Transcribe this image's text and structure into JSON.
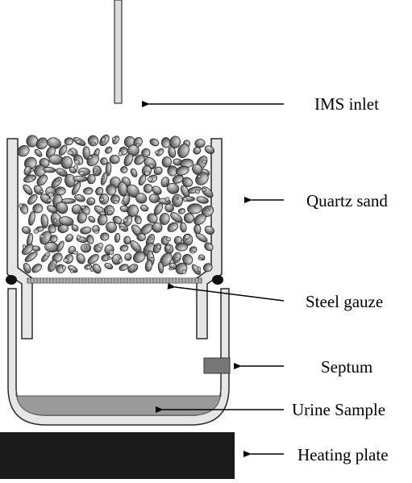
{
  "labels": {
    "ims_inlet": "IMS inlet",
    "quartz_sand": "Quartz sand",
    "steel_gauze": "Steel gauze",
    "septum": "Septum",
    "urine_sample": "Urine Sample",
    "heating_plate": "Heating plate"
  },
  "colors": {
    "stroke": "#2b2b2b",
    "glass": "#e6e6e6",
    "liquid": "#9a9a9a",
    "septum": "#777777",
    "plate": "#1a1a1a",
    "pebble_light": "#d8d8d8",
    "pebble_dark": "#4a4a4a",
    "oring": "#111111"
  }
}
